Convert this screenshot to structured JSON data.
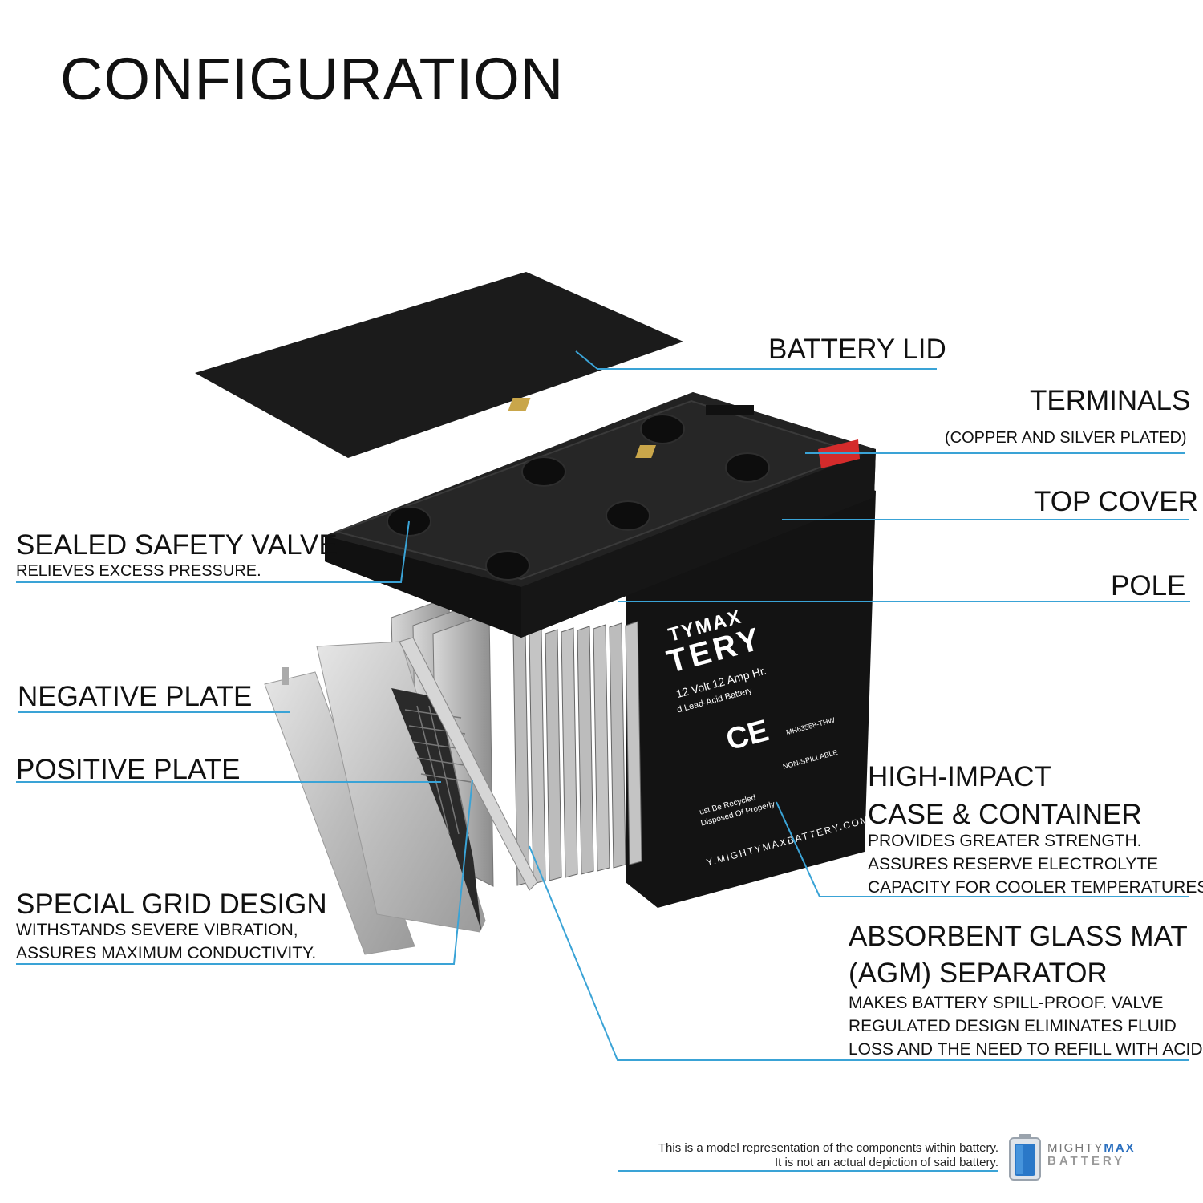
{
  "title": "CONFIGURATION",
  "colors": {
    "leader_line": "#3aa3d6",
    "case": "#151515",
    "plate": "#c8c8c8",
    "terminal_red": "#d42b2b"
  },
  "labels": {
    "battery_lid": "BATTERY LID",
    "terminals": "TERMINALS",
    "terminals_sub": "(COPPER AND SILVER PLATED)",
    "top_cover": "TOP COVER",
    "pole": "POLE",
    "sealed_valve": "SEALED SAFETY VALVE",
    "sealed_valve_sub": "RELIEVES EXCESS PRESSURE.",
    "negative_plate": "NEGATIVE PLATE",
    "positive_plate": "POSITIVE PLATE",
    "grid_design": "SPECIAL GRID DESIGN",
    "grid_design_sub1": "WITHSTANDS SEVERE VIBRATION,",
    "grid_design_sub2": "ASSURES MAXIMUM CONDUCTIVITY.",
    "case_1": "HIGH-IMPACT",
    "case_2": "CASE & CONTAINER",
    "case_sub1": "PROVIDES GREATER STRENGTH.",
    "case_sub2": "ASSURES RESERVE ELECTROLYTE",
    "case_sub3": "CAPACITY FOR COOLER TEMPERATURES.",
    "agm_1": "ABSORBENT GLASS MAT",
    "agm_2": "(AGM) SEPARATOR",
    "agm_sub1": "MAKES BATTERY SPILL-PROOF. VALVE",
    "agm_sub2": "REGULATED DESIGN ELIMINATES FLUID",
    "agm_sub3": "LOSS AND THE NEED TO REFILL WITH ACID."
  },
  "case_print": {
    "brand_1": "TYMAX",
    "brand_2": "TERY",
    "spec": "12 Volt 12 Amp Hr.",
    "type": "d Lead-Acid Battery",
    "ce": "CE",
    "ul_code": "MH63558-THW",
    "non_spillable": "NON-SPILLABLE",
    "recycle_1": "ust Be Recycled",
    "recycle_2": "Disposed Of Properly",
    "url": "Y.MIGHTYMAXBATTERY.COM"
  },
  "footer": {
    "note_1": "This is a model representation of the components within battery.",
    "note_2": "It is not an actual depiction of said battery.",
    "logo_word_1": "MIGHTY",
    "logo_word_2": "MAX",
    "logo_word_3": "BATTERY"
  }
}
